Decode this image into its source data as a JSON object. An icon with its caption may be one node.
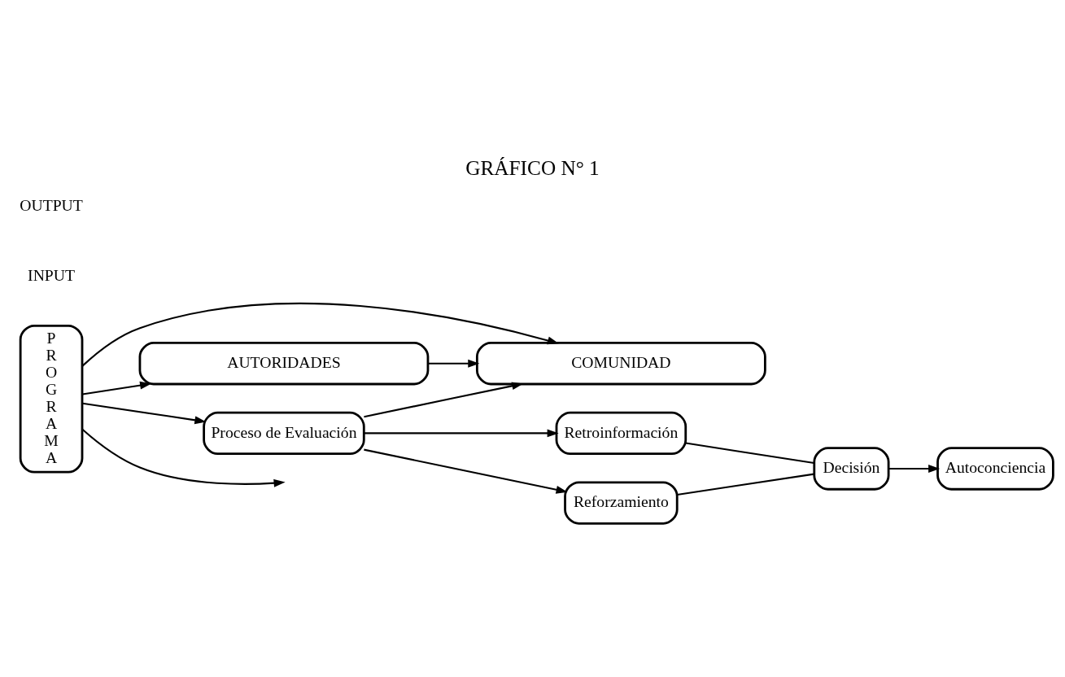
{
  "diagram": {
    "title": "GRÁFICO N° 1",
    "nodes": [
      {
        "text": [
          "COMUNIDAD"
        ]
      },
      {
        "text": [
          "Retroinformación"
        ]
      },
      {
        "text": [
          "P R O G R A M A"
        ]
      },
      {
        "text": [
          "Proceso de Evaluación"
        ]
      },
      {
        "text": [
          "Decisión"
        ]
      },
      {
        "text": [
          "Autoconciencia"
        ]
      },
      {
        "text": [
          "Reforzamiento"
        ]
      },
      {
        "text": [
          "AUTORIDADES"
        ]
      }
    ],
    "edges": [
      {
        "from": 2,
        "to": 0,
        "arrow": "to"
      },
      {
        "from": 2,
        "to": 3,
        "arrow": "to"
      },
      {
        "from": 2,
        "to": 7,
        "arrow": "to"
      },
      {
        "from": 2,
        "to": null,
        "arrow": "to"
      },
      {
        "from": 3,
        "to": 0,
        "arrow": "to"
      },
      {
        "from": 7,
        "to": 0,
        "arrow": "to"
      },
      {
        "from": 3,
        "to": 1,
        "arrow": "to"
      },
      {
        "from": 3,
        "to": 6,
        "arrow": "to"
      },
      {
        "from": 1,
        "to": 4,
        "arrow": "none"
      },
      {
        "from": 6,
        "to": 4,
        "arrow": "none"
      },
      {
        "from": 4,
        "to": 5,
        "arrow": "to"
      }
    ],
    "labels": [
      "INPUT",
      "OUTPUT"
    ]
  }
}
